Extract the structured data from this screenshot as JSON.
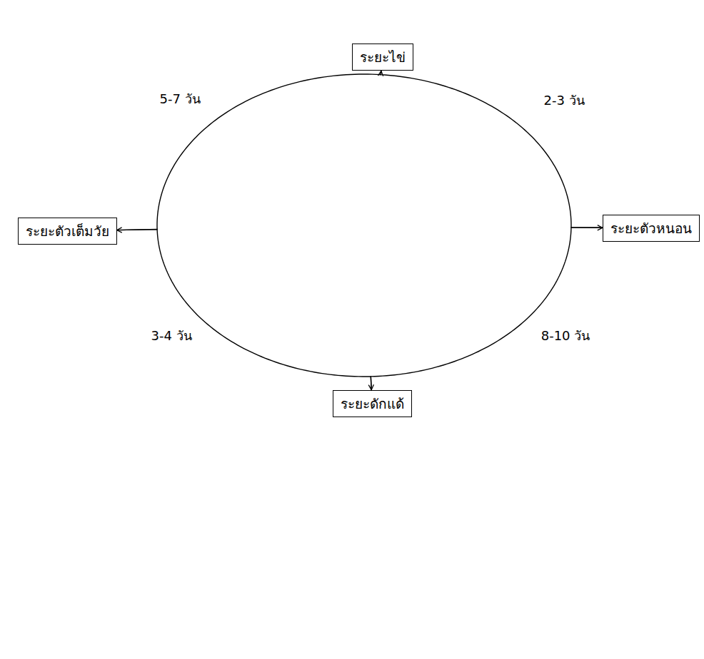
{
  "diagram": {
    "nodes": [
      {
        "text": [
          "ระยะไข่"
        ]
      },
      {
        "text": [
          "ระยะตัวหนอน"
        ]
      },
      {
        "text": [
          "ระยะดักแด้"
        ]
      },
      {
        "text": [
          "ระยะตัวเต็มวัย"
        ]
      }
    ],
    "edges": [
      {
        "from": 0,
        "to": 1,
        "arrow": "to",
        "label": "2-3 วัน"
      },
      {
        "from": 1,
        "to": 2,
        "arrow": "to",
        "label": "8-10 วัน"
      },
      {
        "from": 2,
        "to": 3,
        "arrow": "to",
        "label": "3-4 วัน"
      },
      {
        "from": 3,
        "to": 0,
        "arrow": "to",
        "label": "5-7 วัน"
      }
    ]
  }
}
